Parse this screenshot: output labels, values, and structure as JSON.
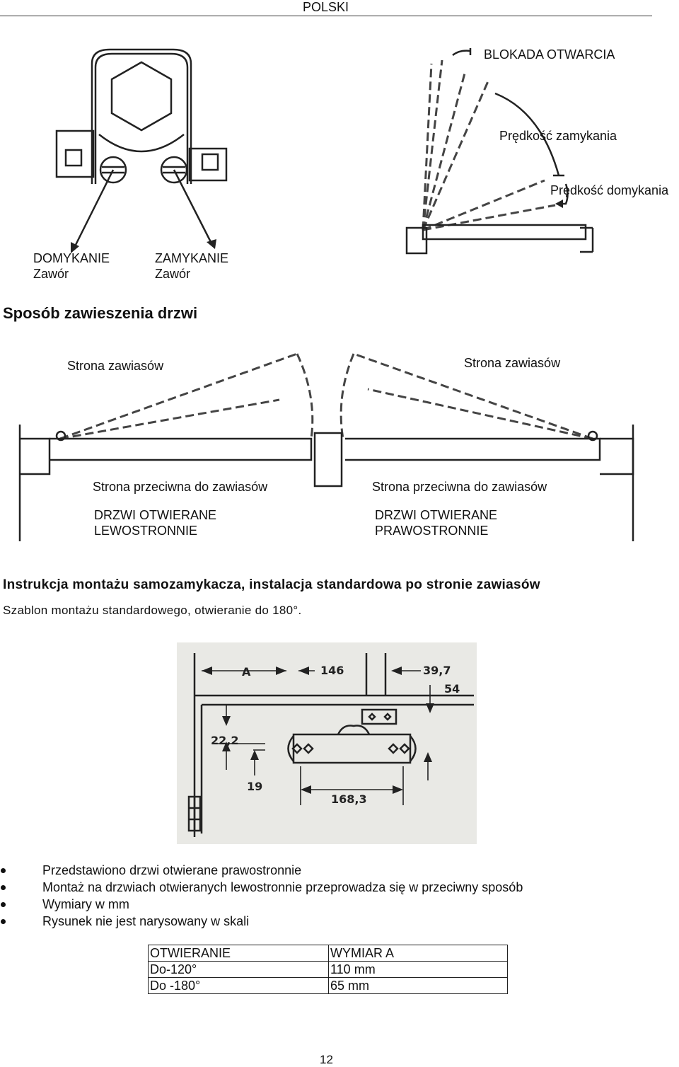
{
  "header": {
    "language": "POLSKI"
  },
  "valve_diagram": {
    "closing_valve_line1": "DOMYKANIE",
    "closing_valve_line2": "Zawór",
    "shutting_valve_line1": "ZAMYKANIE",
    "shutting_valve_line2": "Zawór"
  },
  "speed_diagram": {
    "backcheck": "BLOKADA OTWARCIA",
    "closing_speed": "Prędkość zamykania",
    "latching_speed": "Prędkość domykania"
  },
  "hanging_section": {
    "title": "Sposób zawieszenia drzwi",
    "left": {
      "hinge_side": "Strona zawiasów",
      "opposite_side": "Strona przeciwna do zawiasów",
      "door_type_line1": "DRZWI OTWIERANE",
      "door_type_line2": "LEWOSTRONNIE"
    },
    "right": {
      "hinge_side": "Strona zawiasów",
      "opposite_side": "Strona przeciwna do zawiasów",
      "door_type_line1": "DRZWI OTWIERANE",
      "door_type_line2": "PRAWOSTRONNIE"
    }
  },
  "installation": {
    "title": "Instrukcja montażu samozamykacza, instalacja standardowa po stronie zawiasów",
    "subtitle": "Szablon montażu standardowego, otwieranie do 180°."
  },
  "template": {
    "dim_a": "A",
    "dim_146": "146",
    "dim_39_7": "39,7",
    "dim_54": "54",
    "dim_22_2": "22,2",
    "dim_19": "19",
    "dim_168_3": "168,3"
  },
  "notes": [
    "Przedstawiono drzwi otwierane prawostronnie",
    "Montaż na drzwiach otwieranych lewostronnie przeprowadza się w przeciwny sposób",
    "Wymiary w mm",
    "Rysunek nie jest narysowany w skali"
  ],
  "table": {
    "headers": [
      "OTWIERANIE",
      "WYMIAR A"
    ],
    "rows": [
      [
        "Do-120°",
        "110 mm"
      ],
      [
        "Do -180°",
        "65 mm"
      ]
    ]
  },
  "footer": {
    "page_number": "12"
  }
}
